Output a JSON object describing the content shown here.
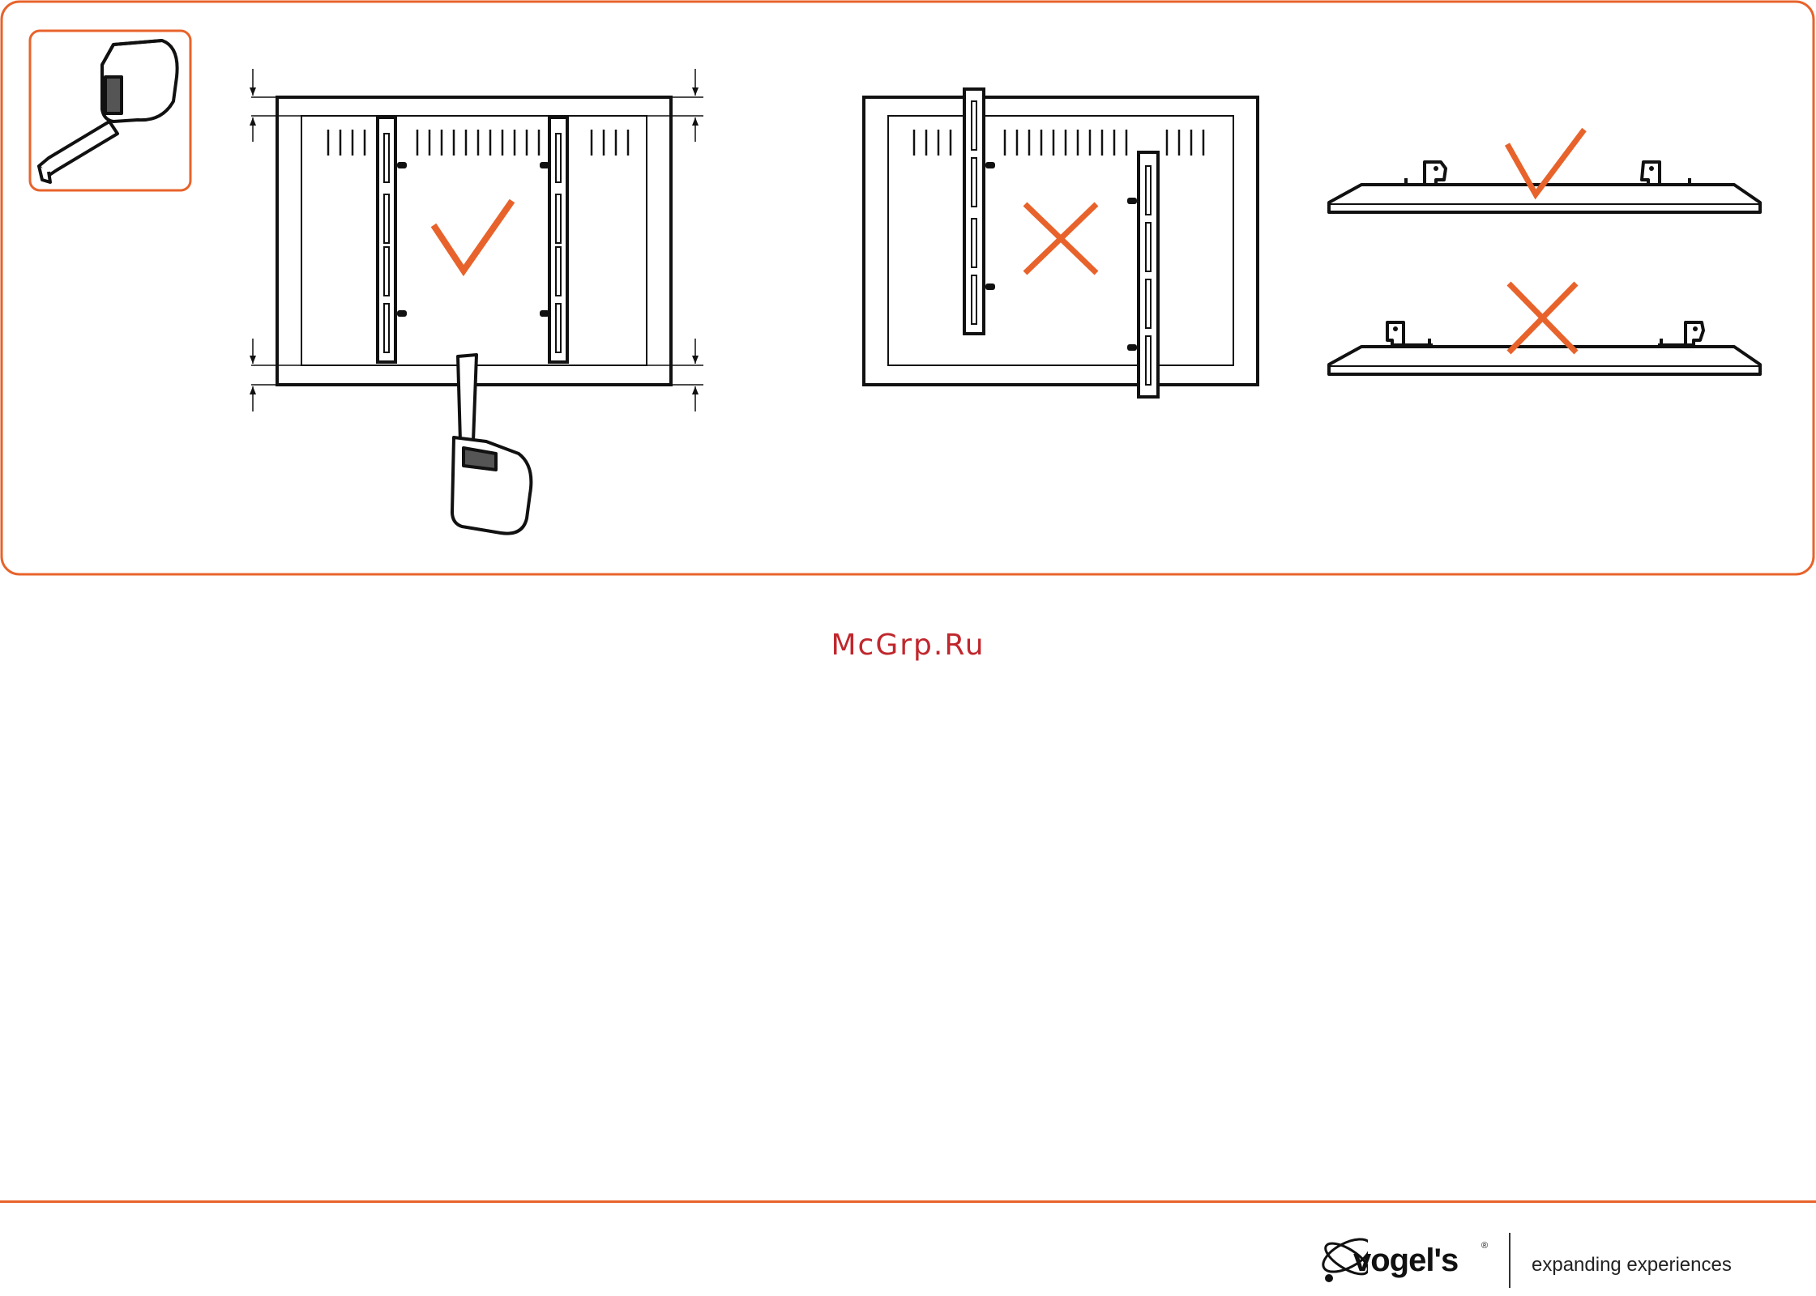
{
  "watermark": {
    "text": "McGrp.Ru"
  },
  "footer": {
    "brand_name": "vogel's",
    "registered_mark": "®",
    "tagline": "expanding experiences"
  },
  "colors": {
    "accent": "#e8632b",
    "ink": "#111111",
    "watermark": "#c0272d"
  },
  "icons": [
    "tape-measure-icon",
    "check-mark-icon",
    "cross-mark-icon",
    "vogels-logo-icon"
  ]
}
